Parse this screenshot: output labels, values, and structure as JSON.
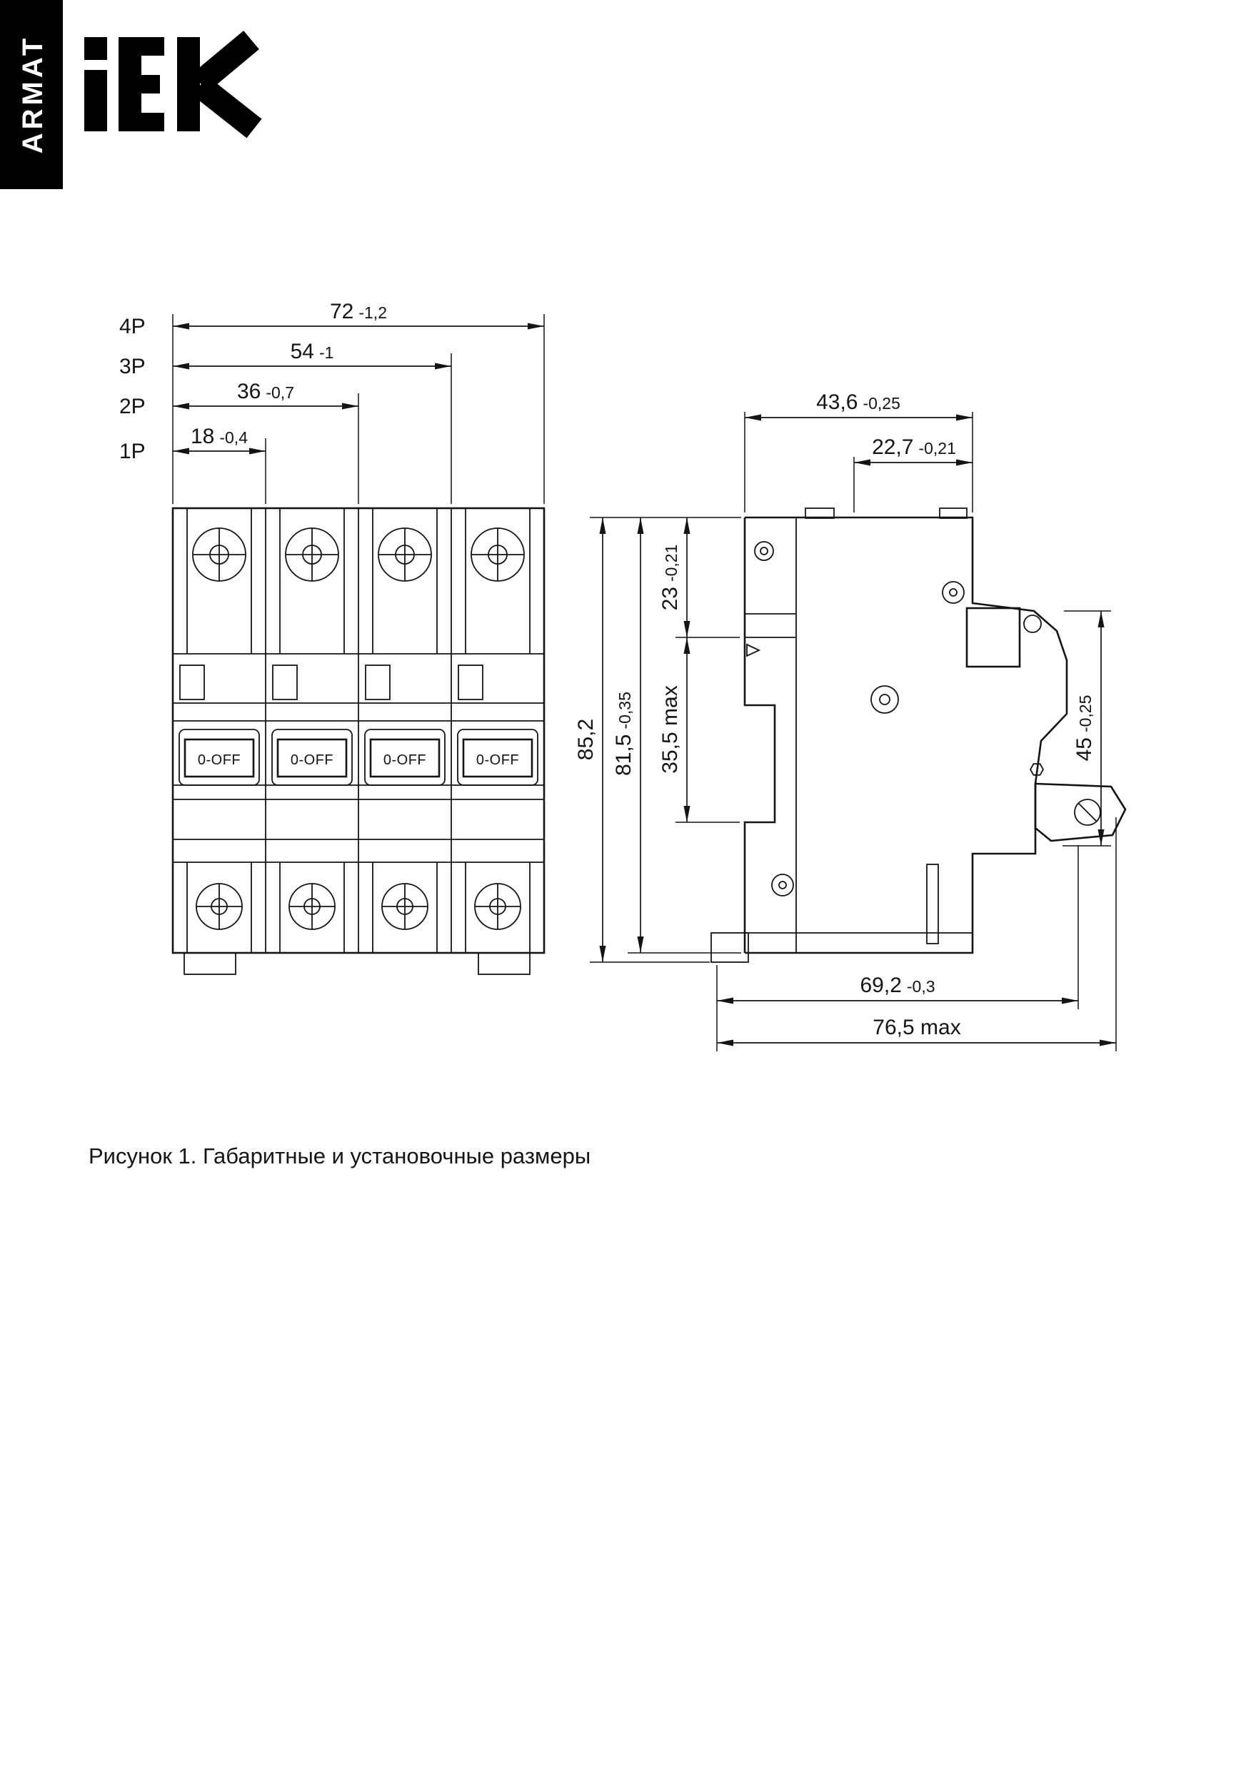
{
  "header": {
    "vertical_brand": "ARMAT",
    "logo_text": "IEK"
  },
  "front_view": {
    "toggle_label": "0-OFF",
    "pole_dimensions": [
      {
        "pole": "4P",
        "value": "72",
        "tol": "-1,2"
      },
      {
        "pole": "3P",
        "value": "54",
        "tol": "-1"
      },
      {
        "pole": "2P",
        "value": "36",
        "tol": "-0,7"
      },
      {
        "pole": "1P",
        "value": "18",
        "tol": "-0,4"
      }
    ]
  },
  "side_view": {
    "overall_width": {
      "value": "43,6",
      "tol": "-0,25"
    },
    "terminal_width": {
      "value": "22,7",
      "tol": "-0,21"
    },
    "overall_height": {
      "value": "85,2",
      "tol": ""
    },
    "body_height": {
      "value": "81,5",
      "tol": "-0,35"
    },
    "terminal_depth": {
      "value": "23",
      "tol": "-0,21"
    },
    "handle_depth": {
      "value": "35,5 max",
      "tol": ""
    },
    "din_height": {
      "value": "45",
      "tol": "-0,25"
    },
    "mount_width": {
      "value": "69,2",
      "tol": "-0,3"
    },
    "max_width": {
      "value": "76,5 max",
      "tol": ""
    }
  },
  "caption": "Рисунок 1. Габаритные и установочные размеры"
}
